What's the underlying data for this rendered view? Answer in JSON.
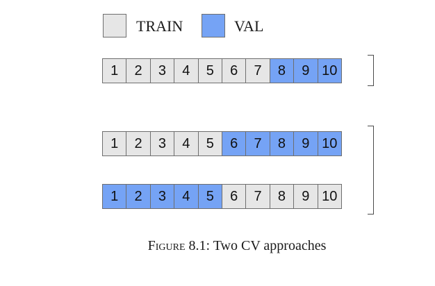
{
  "colors": {
    "train": "#e6e6e6",
    "val": "#75a3f5",
    "border": "#6e6e6e"
  },
  "legend": {
    "train_label": "TRAIN",
    "val_label": "VAL"
  },
  "approach_1": {
    "row_1": {
      "folds": [
        "1",
        "2",
        "3",
        "4",
        "5",
        "6",
        "7",
        "8",
        "9",
        "10"
      ],
      "split": [
        "train",
        "train",
        "train",
        "train",
        "train",
        "train",
        "train",
        "val",
        "val",
        "val"
      ]
    }
  },
  "approach_2": {
    "row_1": {
      "folds": [
        "1",
        "2",
        "3",
        "4",
        "5",
        "6",
        "7",
        "8",
        "9",
        "10"
      ],
      "split": [
        "train",
        "train",
        "train",
        "train",
        "train",
        "val",
        "val",
        "val",
        "val",
        "val"
      ]
    },
    "row_2": {
      "folds": [
        "1",
        "2",
        "3",
        "4",
        "5",
        "6",
        "7",
        "8",
        "9",
        "10"
      ],
      "split": [
        "val",
        "val",
        "val",
        "val",
        "val",
        "train",
        "train",
        "train",
        "train",
        "train"
      ]
    }
  },
  "caption": {
    "prefix": "Figure 8.1:",
    "text": " Two CV approaches"
  }
}
